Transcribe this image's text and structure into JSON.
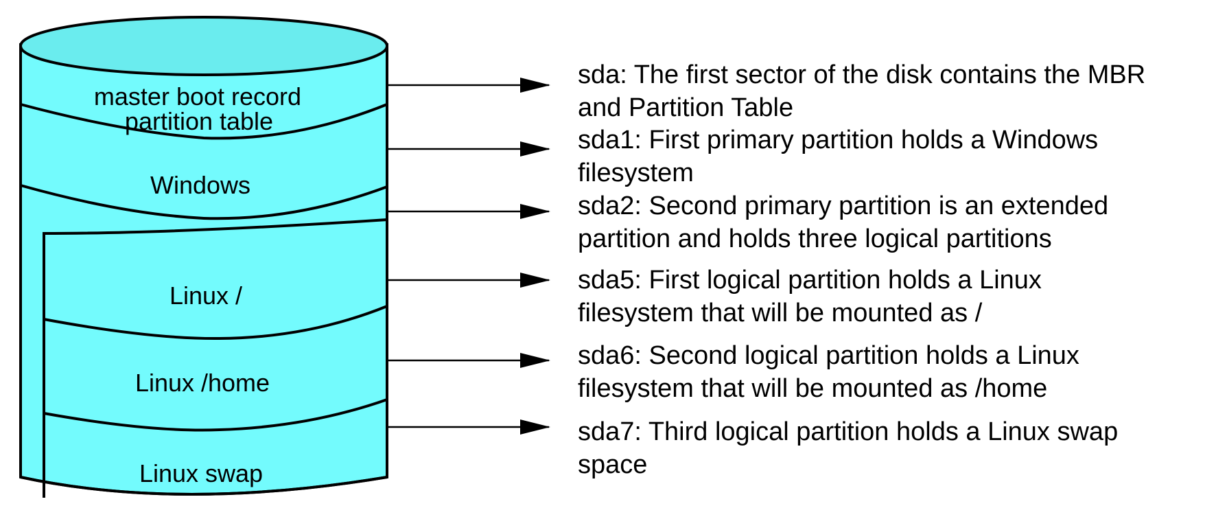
{
  "colors": {
    "cylinder_fill": "#73FBFD",
    "cylinder_top": "#6AECEE",
    "stroke": "#000000",
    "text": "#000000"
  },
  "disk": {
    "segments": [
      {
        "lines": [
          "master boot record",
          "partition table"
        ]
      },
      {
        "lines": [
          "Windows"
        ]
      },
      {
        "lines": [
          "Linux /"
        ]
      },
      {
        "lines": [
          "Linux /home"
        ]
      },
      {
        "lines": [
          "Linux swap"
        ]
      }
    ]
  },
  "descriptions": [
    {
      "lines": [
        "sda: The first sector of the disk contains the MBR",
        "and Partition Table"
      ]
    },
    {
      "lines": [
        "sda1: First primary partition holds a Windows",
        "filesystem"
      ]
    },
    {
      "lines": [
        "sda2: Second primary partition is an extended",
        "partition and holds three logical partitions"
      ]
    },
    {
      "lines": [
        "sda5: First logical partition holds a Linux",
        "filesystem that will be mounted as /"
      ]
    },
    {
      "lines": [
        "sda6: Second logical partition holds a Linux",
        "filesystem that will be mounted as /home"
      ]
    },
    {
      "lines": [
        "sda7: Third logical partition holds a Linux swap",
        "space"
      ]
    }
  ]
}
